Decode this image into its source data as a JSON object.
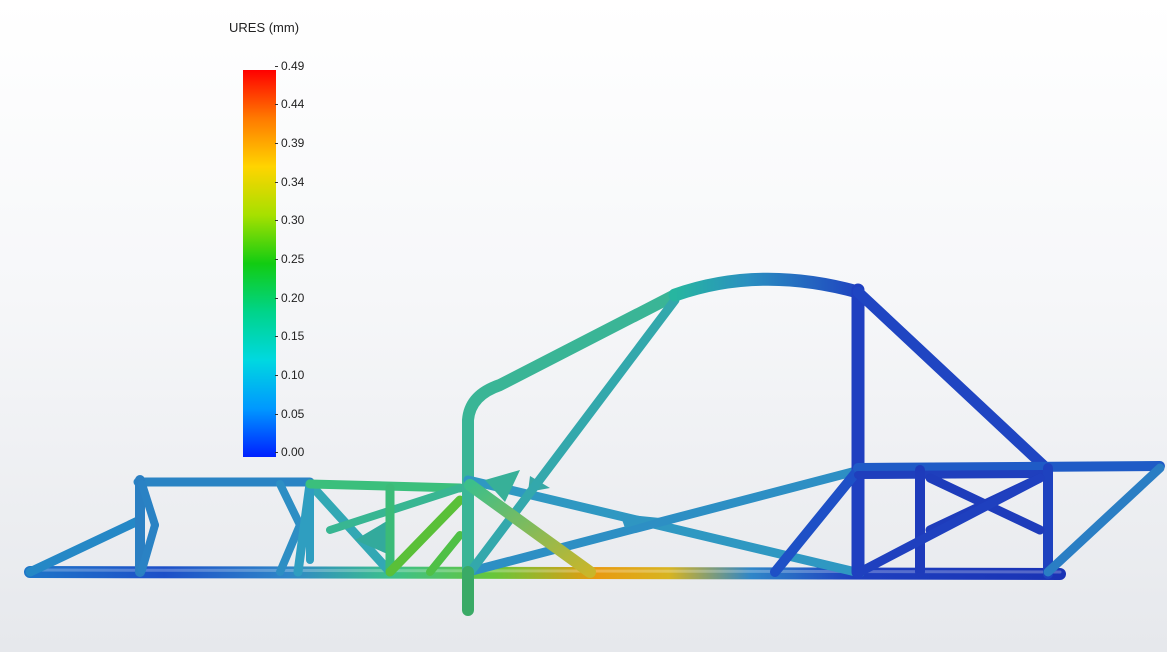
{
  "legend": {
    "title": "URES (mm)",
    "ticks": [
      "0.49",
      "0.44",
      "0.39",
      "0.34",
      "0.30",
      "0.25",
      "0.20",
      "0.15",
      "0.10",
      "0.05",
      "0.00"
    ],
    "gradient_colors": [
      "#ff0000",
      "#ff7a00",
      "#ffd400",
      "#a6e000",
      "#12cc12",
      "#00d48a",
      "#00d8e0",
      "#0098ff",
      "#0020ff"
    ]
  }
}
